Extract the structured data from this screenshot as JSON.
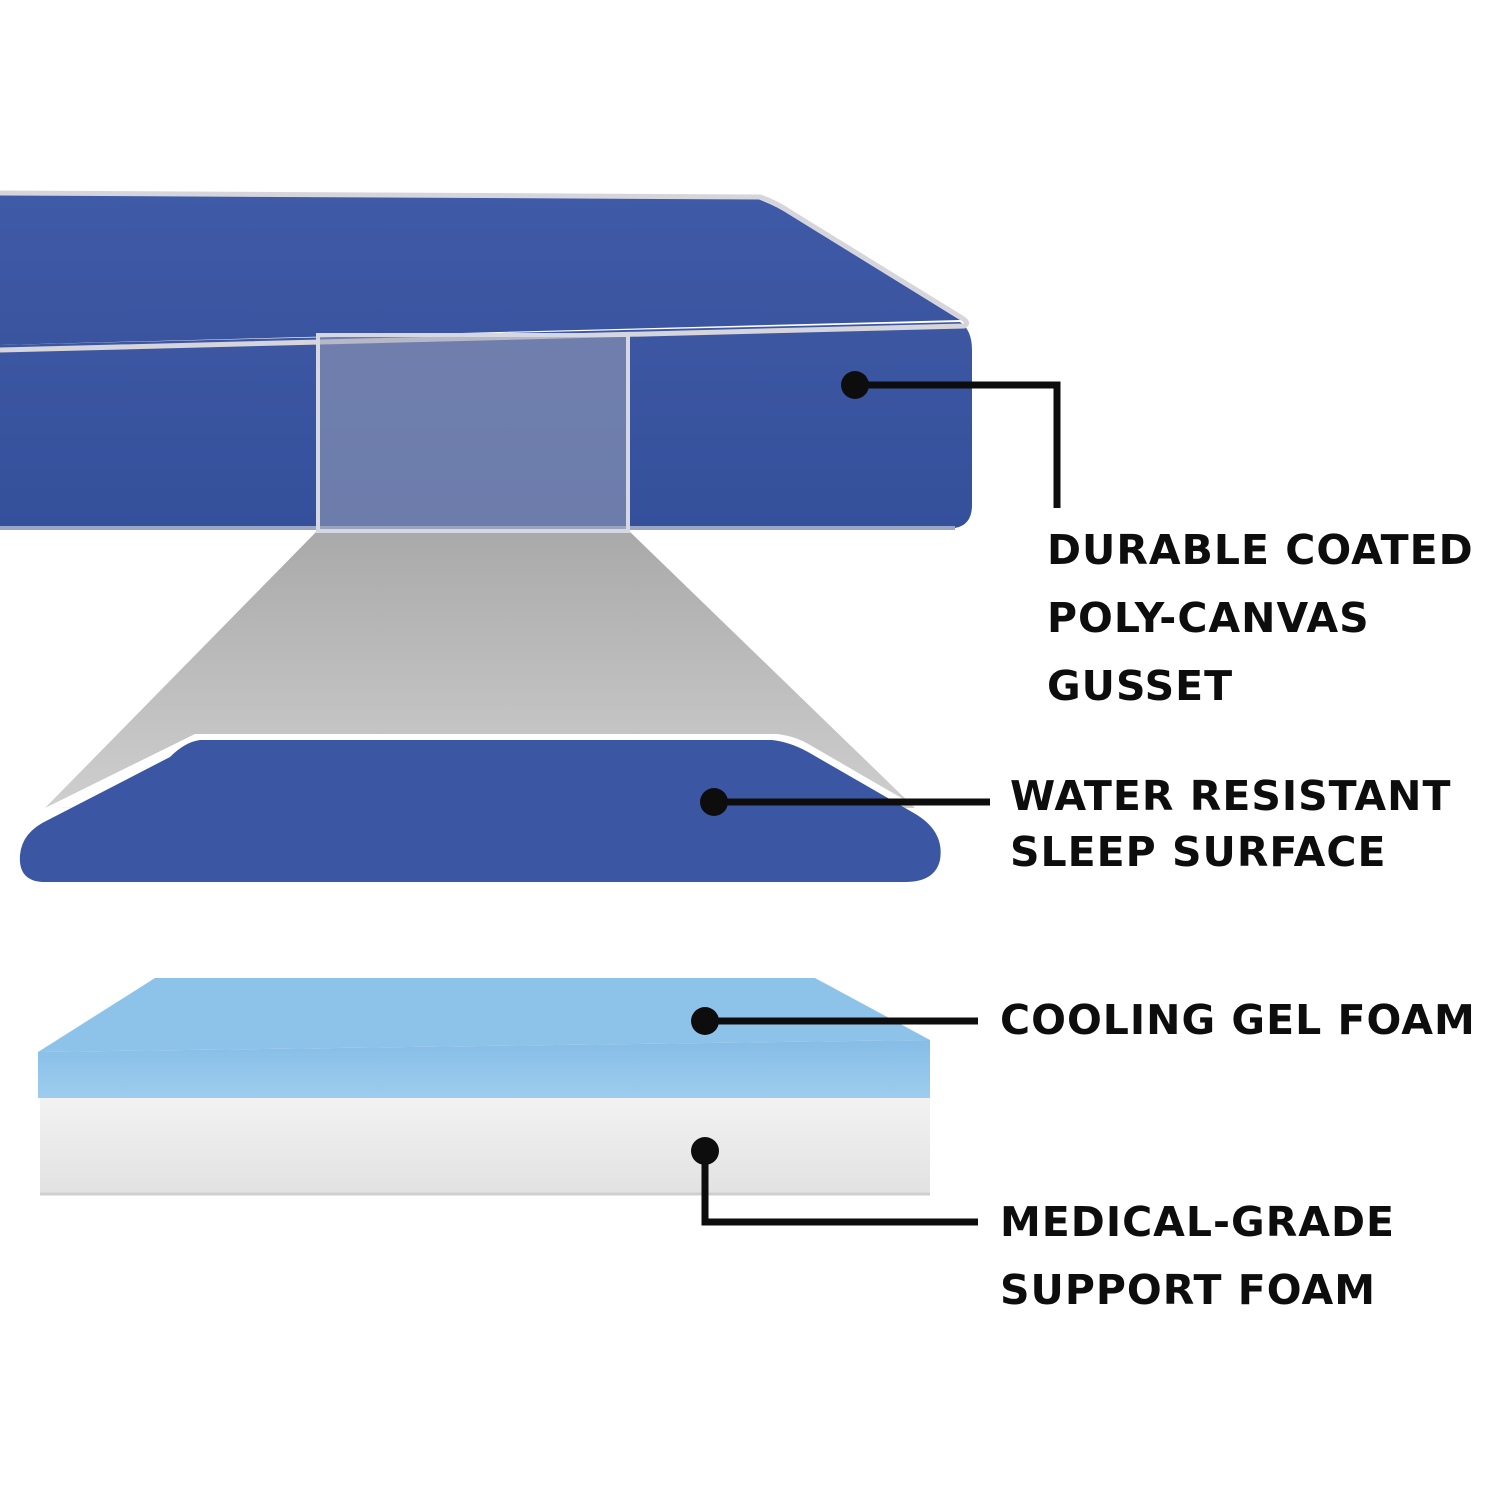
{
  "colors": {
    "background": "#ffffff",
    "cover_blue": "#3b56a2",
    "cover_blue_dark": "#2f468c",
    "piping": "#d7d5dc",
    "zoom_panel": "#c3c3c3",
    "gel_foam": "#8fc4e8",
    "support_foam": "#eeeeee",
    "callout_ink": "#0d0d0d"
  },
  "callouts": [
    {
      "id": "gusset",
      "lines": [
        "DURABLE COATED",
        "POLY-CANVAS",
        "GUSSET"
      ],
      "icon": "dot-leader"
    },
    {
      "id": "sleep-surface",
      "lines": [
        "WATER RESISTANT",
        "SLEEP SURFACE"
      ],
      "icon": "dot-leader"
    },
    {
      "id": "gel-foam",
      "lines": [
        "COOLING GEL FOAM"
      ],
      "icon": "dot-leader"
    },
    {
      "id": "support-foam",
      "lines": [
        "MEDICAL-GRADE",
        "SUPPORT FOAM"
      ],
      "icon": "dot-leader"
    }
  ]
}
